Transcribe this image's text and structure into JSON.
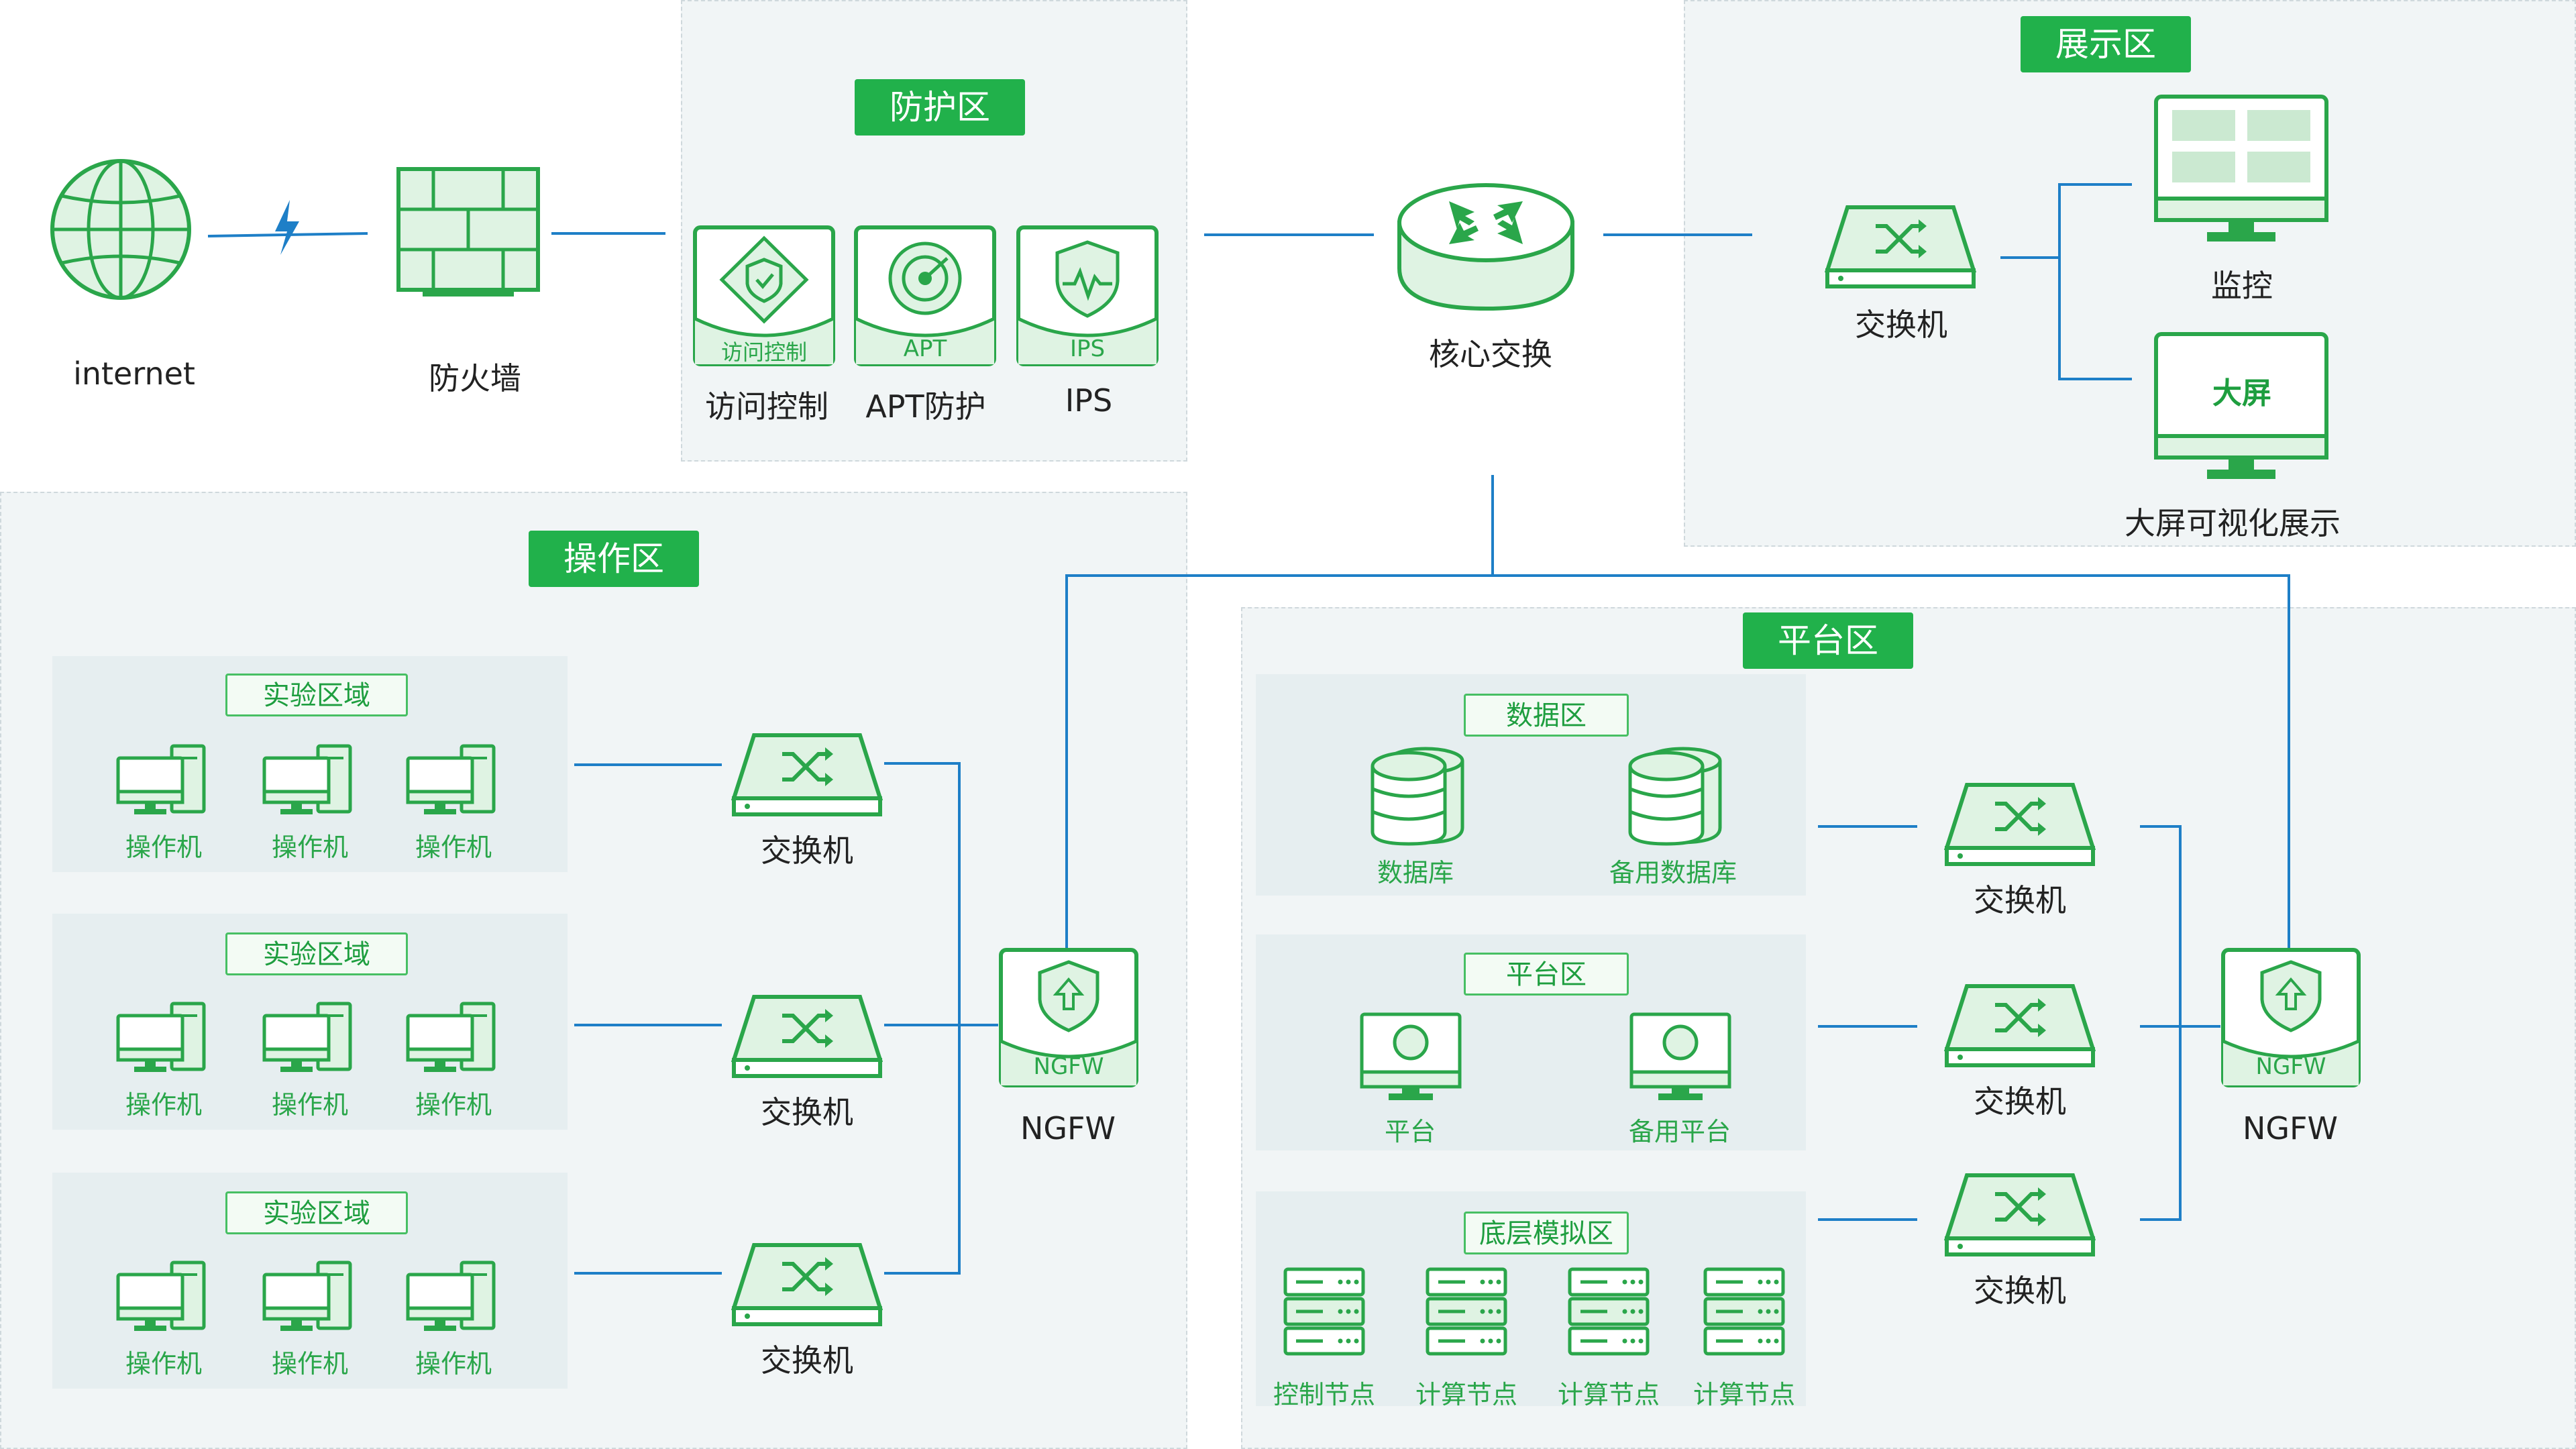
{
  "zones": {
    "protect": "防护区",
    "display": "展示区",
    "operate": "操作区",
    "platform": "平台区"
  },
  "top": {
    "internet": "internet",
    "firewall": "防火墙",
    "access_icon": "访问控制",
    "access": "访问控制",
    "apt_icon": "APT",
    "apt": "APT防护",
    "ips_icon": "IPS",
    "ips": "IPS",
    "core": "核心交换",
    "display_switch": "交换机",
    "monitor": "监控",
    "bigscreen_icon": "大屏",
    "bigscreen": "大屏可视化展示"
  },
  "operate": {
    "lab_title": "实验区域",
    "workstation": "操作机",
    "switch": "交换机",
    "ngfw_icon": "NGFW",
    "ngfw": "NGFW"
  },
  "platform": {
    "data_title": "数据区",
    "db": "数据库",
    "db_backup": "备用数据库",
    "plat_title": "平台区",
    "plat": "平台",
    "plat_backup": "备用平台",
    "base_title": "底层模拟区",
    "ctrl_node": "控制节点",
    "compute_node": "计算节点",
    "switch": "交换机",
    "ngfw_icon": "NGFW",
    "ngfw": "NGFW"
  },
  "colors": {
    "green": "#21b14b",
    "line_green": "#2aa64a",
    "fill_green": "#dff3e3",
    "connector_blue": "#1e7fc7",
    "zone_bg": "#f1f5f6",
    "panel_bg": "#e6eef0"
  }
}
